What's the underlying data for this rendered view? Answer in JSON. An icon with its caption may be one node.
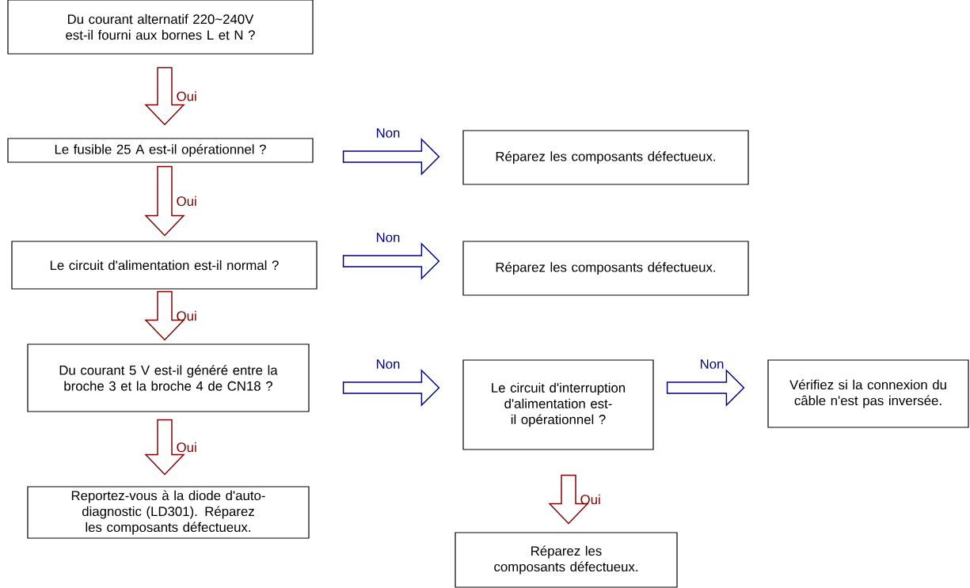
{
  "diagram": {
    "nodes": [
      {
        "text": [
          "Du courant alternatif 220~240V est-il fourni aux bornes L et N ?"
        ]
      },
      {
        "text": [
          "Le fusible 25 A est-il opérationnel ?"
        ]
      },
      {
        "text": [
          "Réparez les composants défectueux."
        ]
      },
      {
        "text": [
          "Le circuit d'alimentation est-il normal ?"
        ]
      },
      {
        "text": [
          "Réparez les composants défectueux."
        ]
      },
      {
        "text": [
          "Du courant 5 V est-il généré entre la broche 3 et la broche 4 de CN18 ?"
        ]
      },
      {
        "text": [
          "Le circuit d'interruption d'alimentation est-il opérationnel ?"
        ]
      },
      {
        "text": [
          "Vérifiez si la connexion du câble n'est pas inversée."
        ]
      },
      {
        "text": [
          "Reportez-vous à la diode d'auto-diagnostic (LD301). Réparez les composants défectueux."
        ]
      },
      {
        "text": [
          "Réparez les composants défectueux."
        ]
      }
    ],
    "edges": [
      {
        "from": 0,
        "to": 1,
        "arrow": "to",
        "label": "Oui"
      },
      {
        "from": 1,
        "to": 2,
        "arrow": "to",
        "label": "Non",
        "color": "#000080"
      },
      {
        "from": 1,
        "to": 3,
        "arrow": "to",
        "label": "Oui"
      },
      {
        "from": 3,
        "to": 4,
        "arrow": "to",
        "label": "Non",
        "color": "#000080"
      },
      {
        "from": 3,
        "to": 5,
        "arrow": "to",
        "label": "Oui"
      },
      {
        "from": 5,
        "to": 6,
        "arrow": "to",
        "label": "Non",
        "color": "#000080"
      },
      {
        "from": 6,
        "to": 7,
        "arrow": "to",
        "label": "Non",
        "color": "#000080"
      },
      {
        "from": 5,
        "to": 8,
        "arrow": "to",
        "label": "Oui"
      },
      {
        "from": 6,
        "to": 9,
        "arrow": "to",
        "label": "Oui"
      }
    ]
  }
}
